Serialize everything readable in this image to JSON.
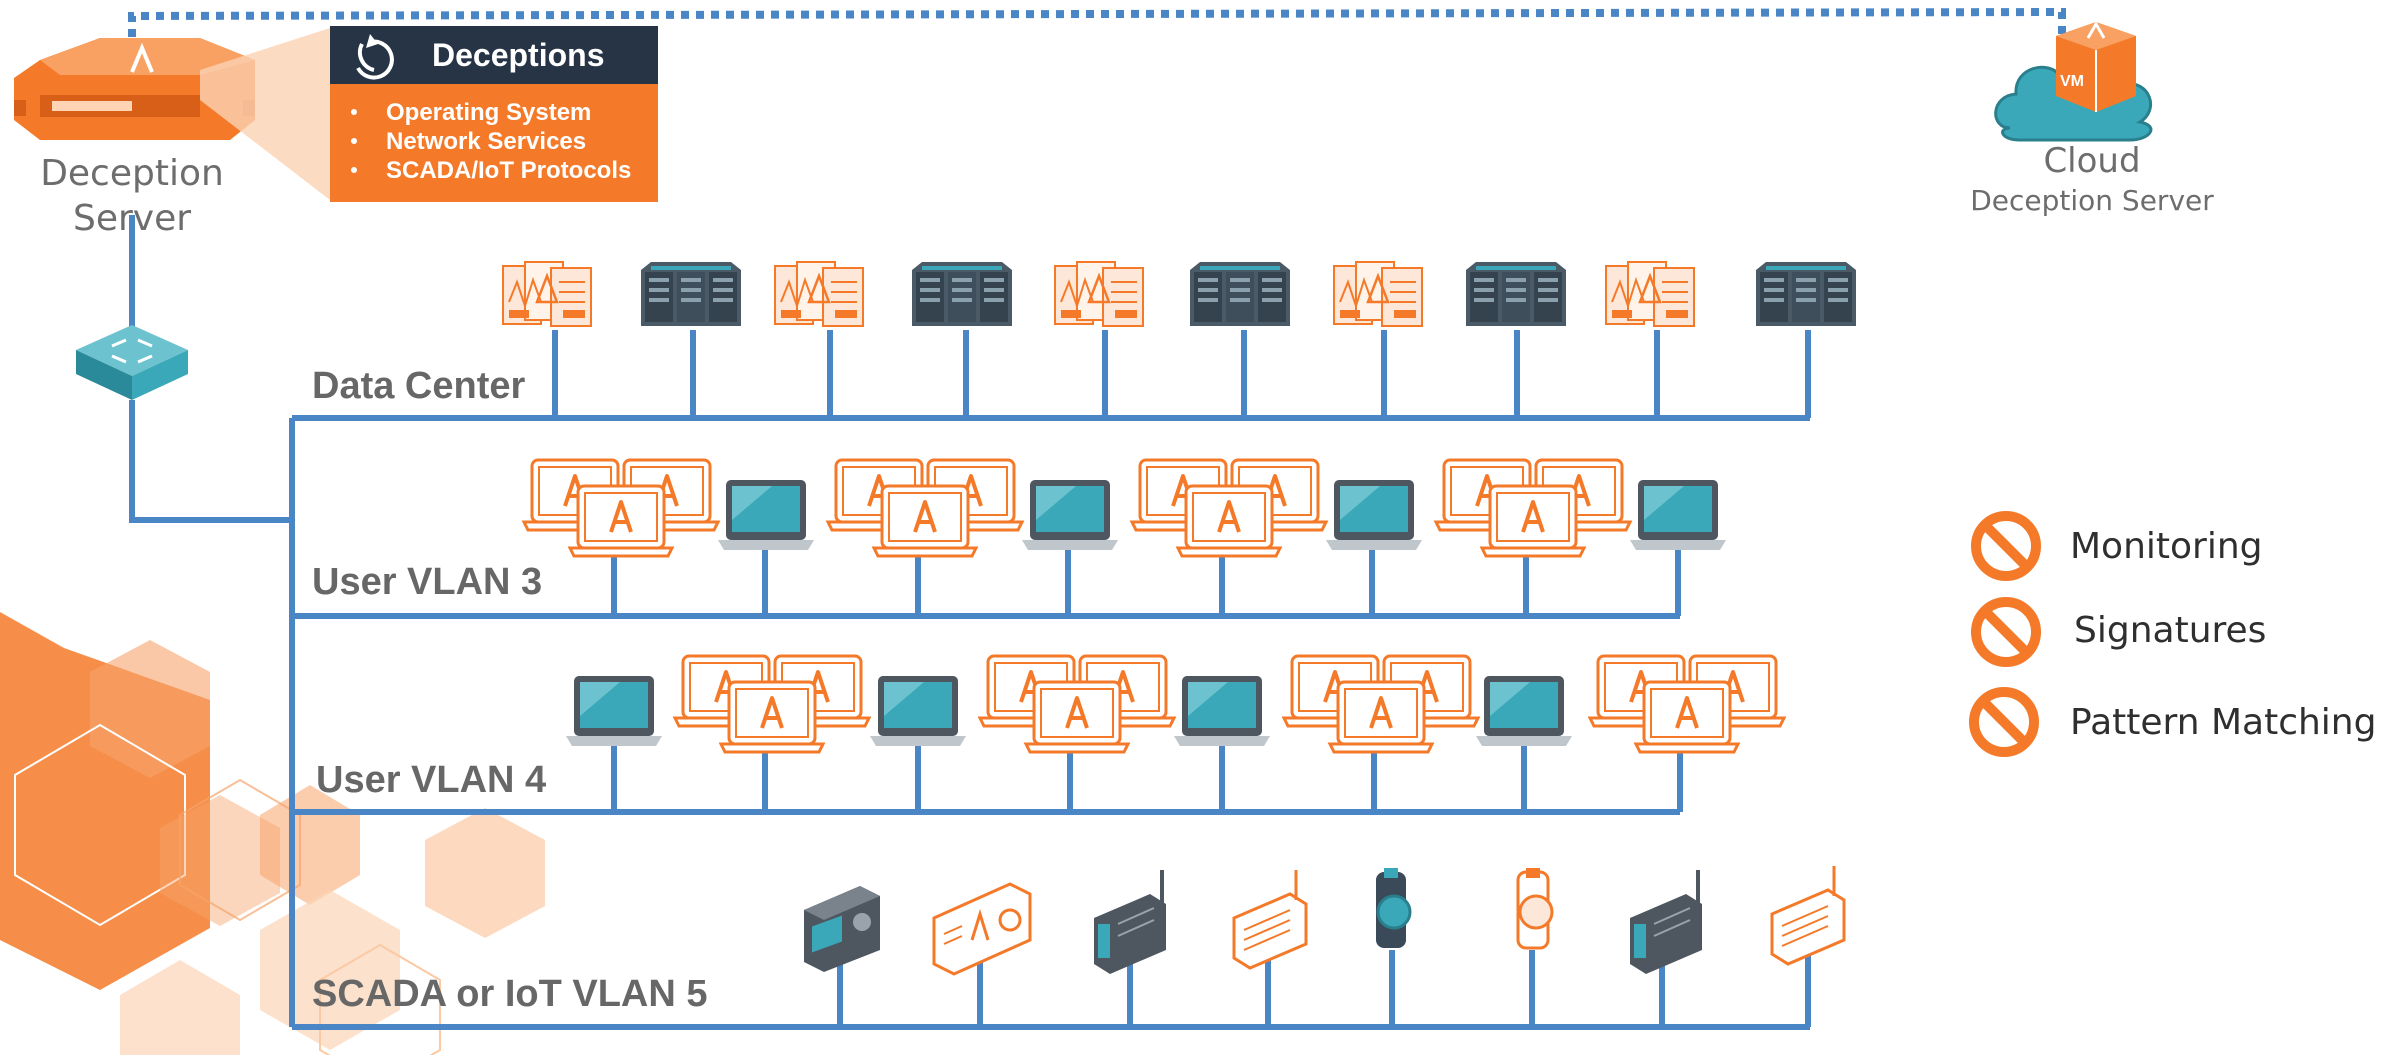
{
  "deception_server": {
    "line1": "Deception",
    "line2": "Server"
  },
  "deceptions_panel": {
    "title": "Deceptions",
    "items": [
      "Operating System",
      "Network Services",
      "SCADA/IoT Protocols"
    ]
  },
  "cloud_server": {
    "line1": "Cloud",
    "line2": "Deception Server"
  },
  "rows": {
    "data_center": "Data Center",
    "user_vlan_3": "User VLAN 3",
    "user_vlan_4": "User VLAN 4",
    "scada_vlan_5": "SCADA or IoT VLAN 5"
  },
  "bypassed": [
    "Monitoring",
    "Signatures",
    "Pattern Matching"
  ],
  "colors": {
    "orange": "#f47a2a",
    "blue": "#4a86c5",
    "teal": "#3aa8b8",
    "dark_panel": "#263446",
    "gray_text": "#6d6d6d"
  },
  "icons": {
    "server": "server-appliance-icon",
    "cloud": "cloud-icon",
    "switch": "network-switch-icon",
    "decoy_server": "decoy-server-icon",
    "real_server": "server-rack-icon",
    "decoy_laptop": "decoy-laptop-group-icon",
    "real_laptop": "laptop-icon",
    "no": "no-symbol-icon",
    "refresh": "refresh-icon"
  }
}
